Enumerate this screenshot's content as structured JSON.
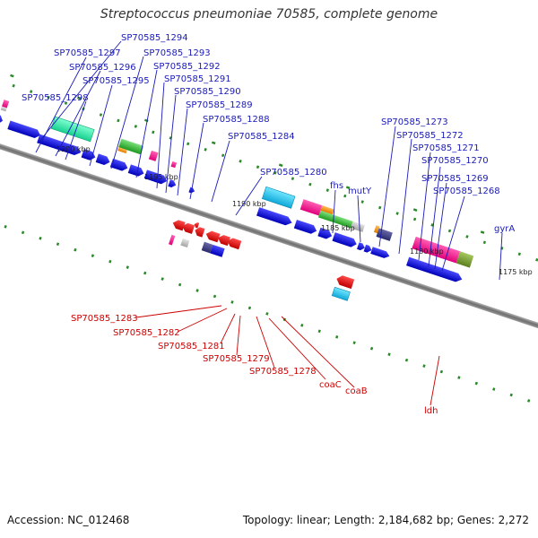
{
  "title": "Streptococcus pneumoniae 70585, complete genome",
  "footer": {
    "accession": "Accession: NC_012468",
    "summary": "Topology: linear; Length: 2,184,682 bp; Genes: 2,272"
  },
  "colors": {
    "forward_label": "#1a1ab8",
    "reverse_label": "#cc0000",
    "backbone": "#7a7a7a",
    "forward_gene": "#1010e0",
    "reverse_gene": "#ee1111",
    "tick": "#2a8a2a"
  },
  "scale_labels": [
    "1200 kbp",
    "1195 kbp",
    "1190 kbp",
    "1185 kbp",
    "1180 kbp",
    "1175 kbp"
  ],
  "forward_labels": [
    "SP70585_1294",
    "SP70585_1297",
    "SP70585_1293",
    "SP70585_1296",
    "SP70585_1292",
    "SP70585_1295",
    "SP70585_1291",
    "SP70585_1298",
    "SP70585_1290",
    "SP70585_1289",
    "SP70585_1288",
    "SP70585_1284",
    "SP70585_1280",
    "SP70585_1273",
    "SP70585_1272",
    "SP70585_1271",
    "SP70585_1270",
    "fhs",
    "mutY",
    "SP70585_1269",
    "SP70585_1268",
    "gyrA"
  ],
  "reverse_labels": [
    "SP70585_1283",
    "SP70585_1282",
    "SP70585_1281",
    "SP70585_1279",
    "SP70585_1278",
    "coaC",
    "coaB",
    "ldh"
  ]
}
